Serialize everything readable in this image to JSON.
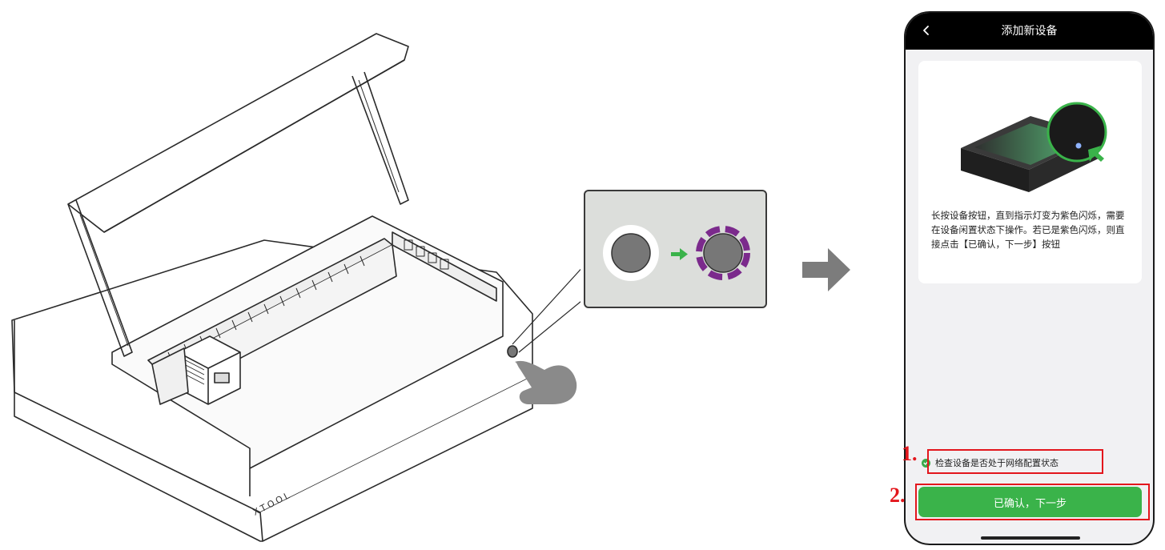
{
  "machine": {
    "brand_label": "XTOOL"
  },
  "phone": {
    "title": "添加新设备",
    "back_icon": "chevron-left-icon",
    "instruction": "长按设备按钮，直到指示灯变为紫色闪烁，需要在设备闲置状态下操作。若已是紫色闪烁，则直接点击【已确认，下一步】按钮",
    "checkbox_label": "检查设备是否处于网络配置状态",
    "checkbox_checked": true,
    "confirm_button": "已确认，下一步"
  },
  "annotations": {
    "step1": "1.",
    "step2": "2."
  },
  "colors": {
    "accent_green": "#3ab34a",
    "highlight_red": "#e3161c",
    "indicator_purple": "#7b2a8c",
    "device_glow": "#5fe08a"
  }
}
